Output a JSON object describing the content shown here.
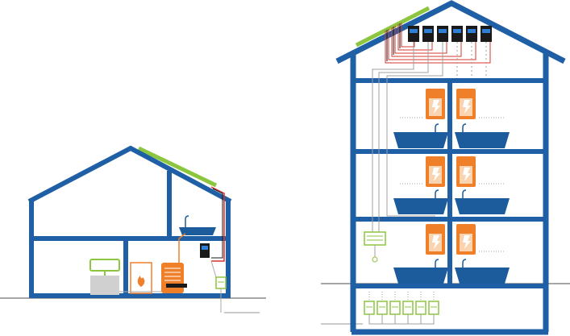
{
  "colors": {
    "house_blue": "#1f5fa6",
    "basin_blue": "#1d5c9c",
    "solar_green": "#8cc63f",
    "device_orange": "#f07f2a",
    "device_light": "#fbd3ae",
    "inverter_black": "#1a1a1a",
    "wire_red": "#d9342b",
    "wire_gray": "#a0a0a0",
    "wire_orange": "#f07f2a",
    "meter_green": "#8cc63f",
    "ground_gray": "#888888"
  },
  "icons": {
    "heater_symbol": "lightning-bolt-icon",
    "boiler_symbol": "flame-icon"
  },
  "small_house": {
    "rooms": 4,
    "appliances": [
      "solar-panel",
      "inverter",
      "bathtub",
      "boiler",
      "washing-machine",
      "meter"
    ]
  },
  "apartment_building": {
    "floors": 3,
    "apartments_per_floor": 2,
    "inverters": 6,
    "meters": 6,
    "appliances_per_apartment": [
      "water-heater",
      "bathtub"
    ]
  }
}
